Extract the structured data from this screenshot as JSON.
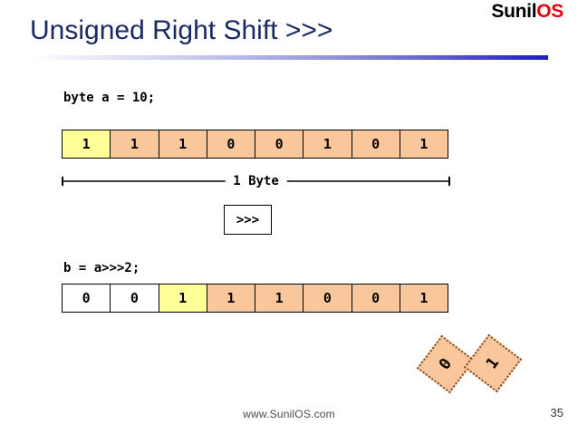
{
  "slide": {
    "title": "Unsigned Right Shift >>>",
    "logo": {
      "primary": "Sunil",
      "accent": "OS"
    },
    "accent_colors": {
      "title": "#1b2a63",
      "logo_accent": "#e8000d",
      "rule_end": "#2020c0",
      "bit_fill": "#fac69b",
      "bit_highlight": "#ffff99",
      "bit_empty": "#ffffff"
    }
  },
  "code": {
    "declaration": "byte a = 10;",
    "shift_statement": "b = a>>>2;"
  },
  "measure": {
    "label": "1 Byte"
  },
  "operator": {
    "symbol": ">>>"
  },
  "bits_a": [
    {
      "value": "1",
      "fill": "yellow"
    },
    {
      "value": "1",
      "fill": "peach"
    },
    {
      "value": "1",
      "fill": "peach"
    },
    {
      "value": "0",
      "fill": "peach"
    },
    {
      "value": "0",
      "fill": "peach"
    },
    {
      "value": "1",
      "fill": "peach"
    },
    {
      "value": "0",
      "fill": "peach"
    },
    {
      "value": "1",
      "fill": "peach"
    }
  ],
  "bits_b": [
    {
      "value": "0",
      "fill": "white"
    },
    {
      "value": "0",
      "fill": "white"
    },
    {
      "value": "1",
      "fill": "yellow"
    },
    {
      "value": "1",
      "fill": "peach"
    },
    {
      "value": "1",
      "fill": "peach"
    },
    {
      "value": "0",
      "fill": "peach"
    },
    {
      "value": "0",
      "fill": "peach"
    },
    {
      "value": "1",
      "fill": "peach"
    }
  ],
  "dropped_bits": [
    {
      "value": "0"
    },
    {
      "value": "1"
    }
  ],
  "footer": {
    "url": "www.SunilOS.com",
    "page_number": "35"
  }
}
